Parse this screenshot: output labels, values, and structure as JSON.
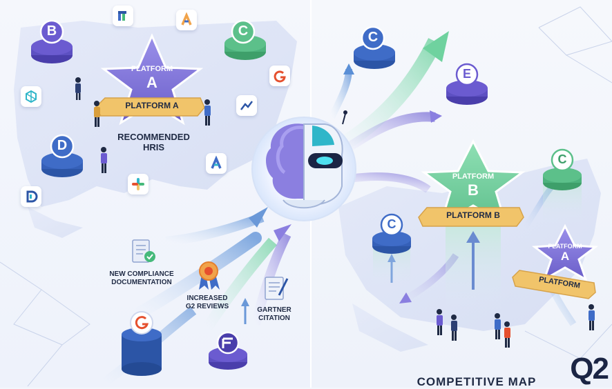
{
  "left": {
    "star_title_line1": "PLATFORM",
    "star_title_line2": "A",
    "ribbon": "PLATFORM A",
    "caption_line1": "RECOMMENDED",
    "caption_line2": "HRIS",
    "discs": {
      "b": "B",
      "c": "C",
      "d": "D"
    },
    "signals": {
      "compliance_line1": "NEW COMPLIANCE",
      "compliance_line2": "DOCUMENTATION",
      "reviews_line1": "INCREASED",
      "reviews_line2": "G2 REVIEWS",
      "gartner_line1": "GARTNER",
      "gartner_line2": "CITATION"
    }
  },
  "right": {
    "star_title_line1": "PLATFORM",
    "star_title_line2": "B",
    "ribbon": "PLATFORM B",
    "small_star_line1": "PLATFORM",
    "small_star_line2": "A",
    "small_ribbon": "PLATFORM",
    "discs": {
      "c_top": "C",
      "e": "E",
      "c_mid": "C",
      "c_right": "C"
    },
    "caption": "COMPETITIVE MAP"
  },
  "brand": "Q2",
  "colors": {
    "star_purple": "#7b6fd6",
    "star_green": "#73d1a0",
    "ribbon_gold": "#f1c46a",
    "disc_purple": "#6b5bd0",
    "disc_green": "#5cc08a",
    "disc_blue": "#3f6cc7",
    "navy": "#1f2a44"
  },
  "icons": [
    "g2-icon",
    "slack-icon",
    "network-icon",
    "chart-icon",
    "brand-a-icon",
    "brand-d-icon",
    "brain-robot-icon",
    "document-check-icon",
    "award-ribbon-icon",
    "gartner-doc-icon",
    "cylinder-g-icon",
    "brand-f-icon"
  ]
}
